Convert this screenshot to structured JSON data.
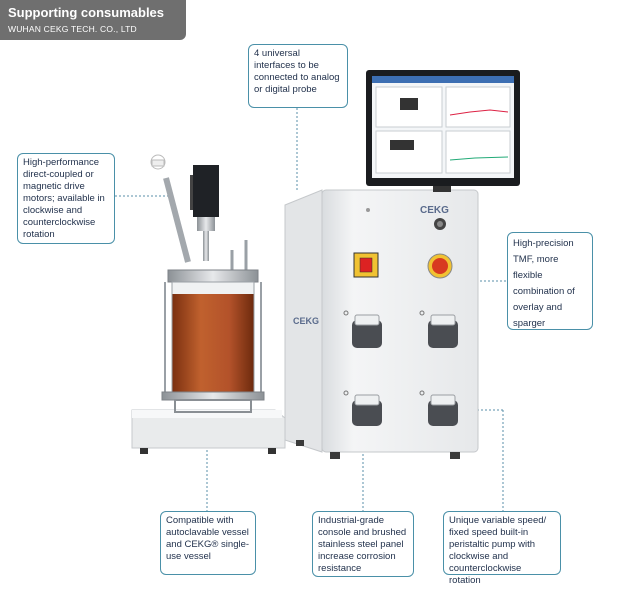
{
  "header": {
    "title": "Supporting consumables",
    "subtitle": "WUHAN CEKG TECH. CO., LTD"
  },
  "brand": {
    "logo_console": "CEKG",
    "logo_side": "CEKG"
  },
  "callouts": {
    "interfaces": "4 universal interfaces to be connected to analog or digital probe",
    "motors": "High-performance direct-coupled or magnetic drive motors; available in clockwise and counterclockwise rotation",
    "tmf": "High-precision TMF, more flexible combination of overlay and sparger",
    "vessel": "Compatible with autoclavable vessel and CEKG® single-use vessel",
    "console": "Industrial-grade console and brushed stainless steel panel increase corrosion resistance",
    "pump": "Unique variable speed/ fixed speed built-in peristaltic pump with clockwise and counterclockwise rotation"
  },
  "colors": {
    "header_bg": "#6f6f6f",
    "callout_border": "#4a90a8",
    "callout_text": "#1f2f4a",
    "leader_line": "#5a8fa8",
    "culture_liquid": "#b8582a"
  }
}
